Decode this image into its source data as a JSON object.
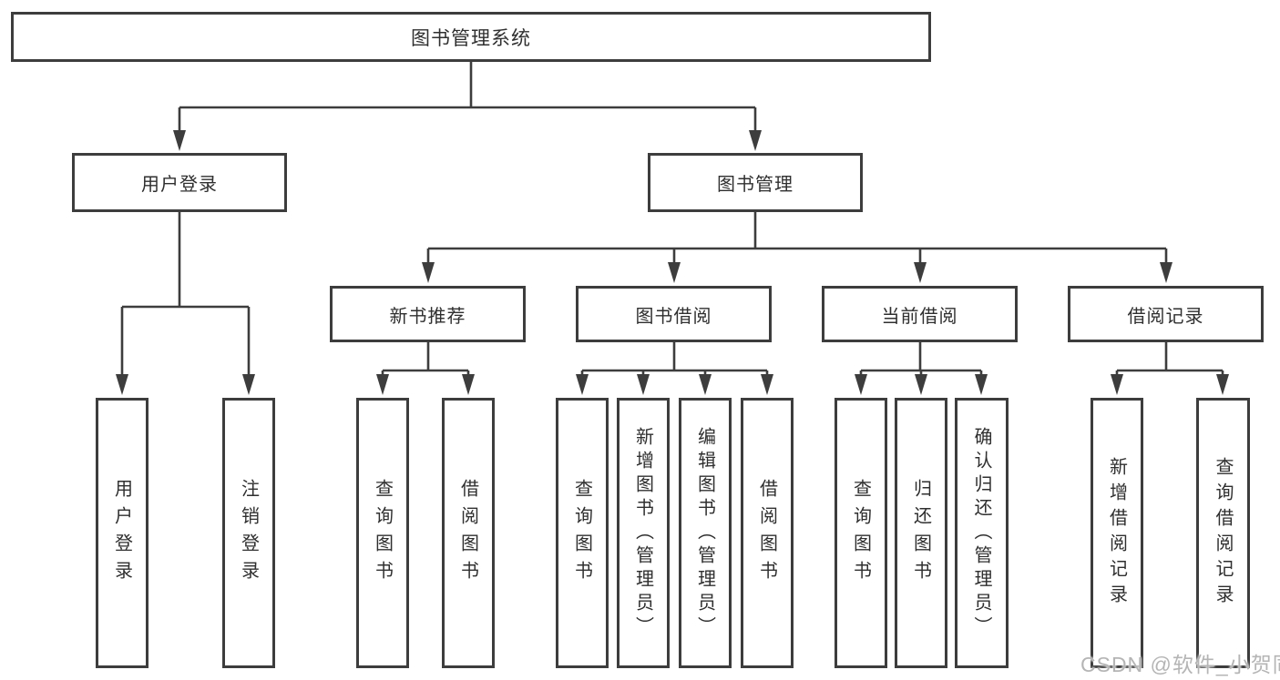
{
  "tree": {
    "root": {
      "label": "图书管理系统"
    },
    "branches": [
      {
        "label": "用户登录",
        "children": [
          {
            "label": "用户登录"
          },
          {
            "label": "注销登录"
          }
        ]
      },
      {
        "label": "图书管理",
        "children": [
          {
            "label": "新书推荐",
            "children": [
              {
                "label": "查询图书"
              },
              {
                "label": "借阅图书"
              }
            ]
          },
          {
            "label": "图书借阅",
            "children": [
              {
                "label": "查询图书"
              },
              {
                "label": "新增图书（管理员）"
              },
              {
                "label": "编辑图书（管理员）"
              },
              {
                "label": "借阅图书"
              }
            ]
          },
          {
            "label": "当前借阅",
            "children": [
              {
                "label": "查询图书"
              },
              {
                "label": "归还图书"
              },
              {
                "label": "确认归还（管理员）"
              }
            ]
          },
          {
            "label": "借阅记录",
            "children": [
              {
                "label": "新增借阅记录"
              },
              {
                "label": "查询借阅记录"
              }
            ]
          }
        ]
      }
    ]
  },
  "watermark": {
    "text": "CSDN @软件_小贺同学"
  },
  "colors": {
    "line": "#3d3d3d",
    "text": "#2f2f2f",
    "watermark": "#b5b5b5",
    "background": "#ffffff"
  }
}
